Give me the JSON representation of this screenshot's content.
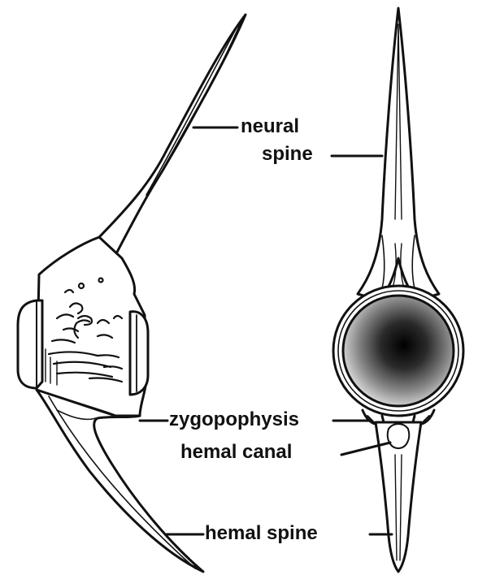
{
  "labels": {
    "neural_line1": "neural",
    "neural_line2": "spine",
    "zygopophysis": "zygopophysis",
    "hemal_canal": "hemal canal",
    "hemal_spine": "hemal spine"
  },
  "colors": {
    "ink": "#111111",
    "paper": "#ffffff",
    "shade": "#2a2a2a"
  }
}
